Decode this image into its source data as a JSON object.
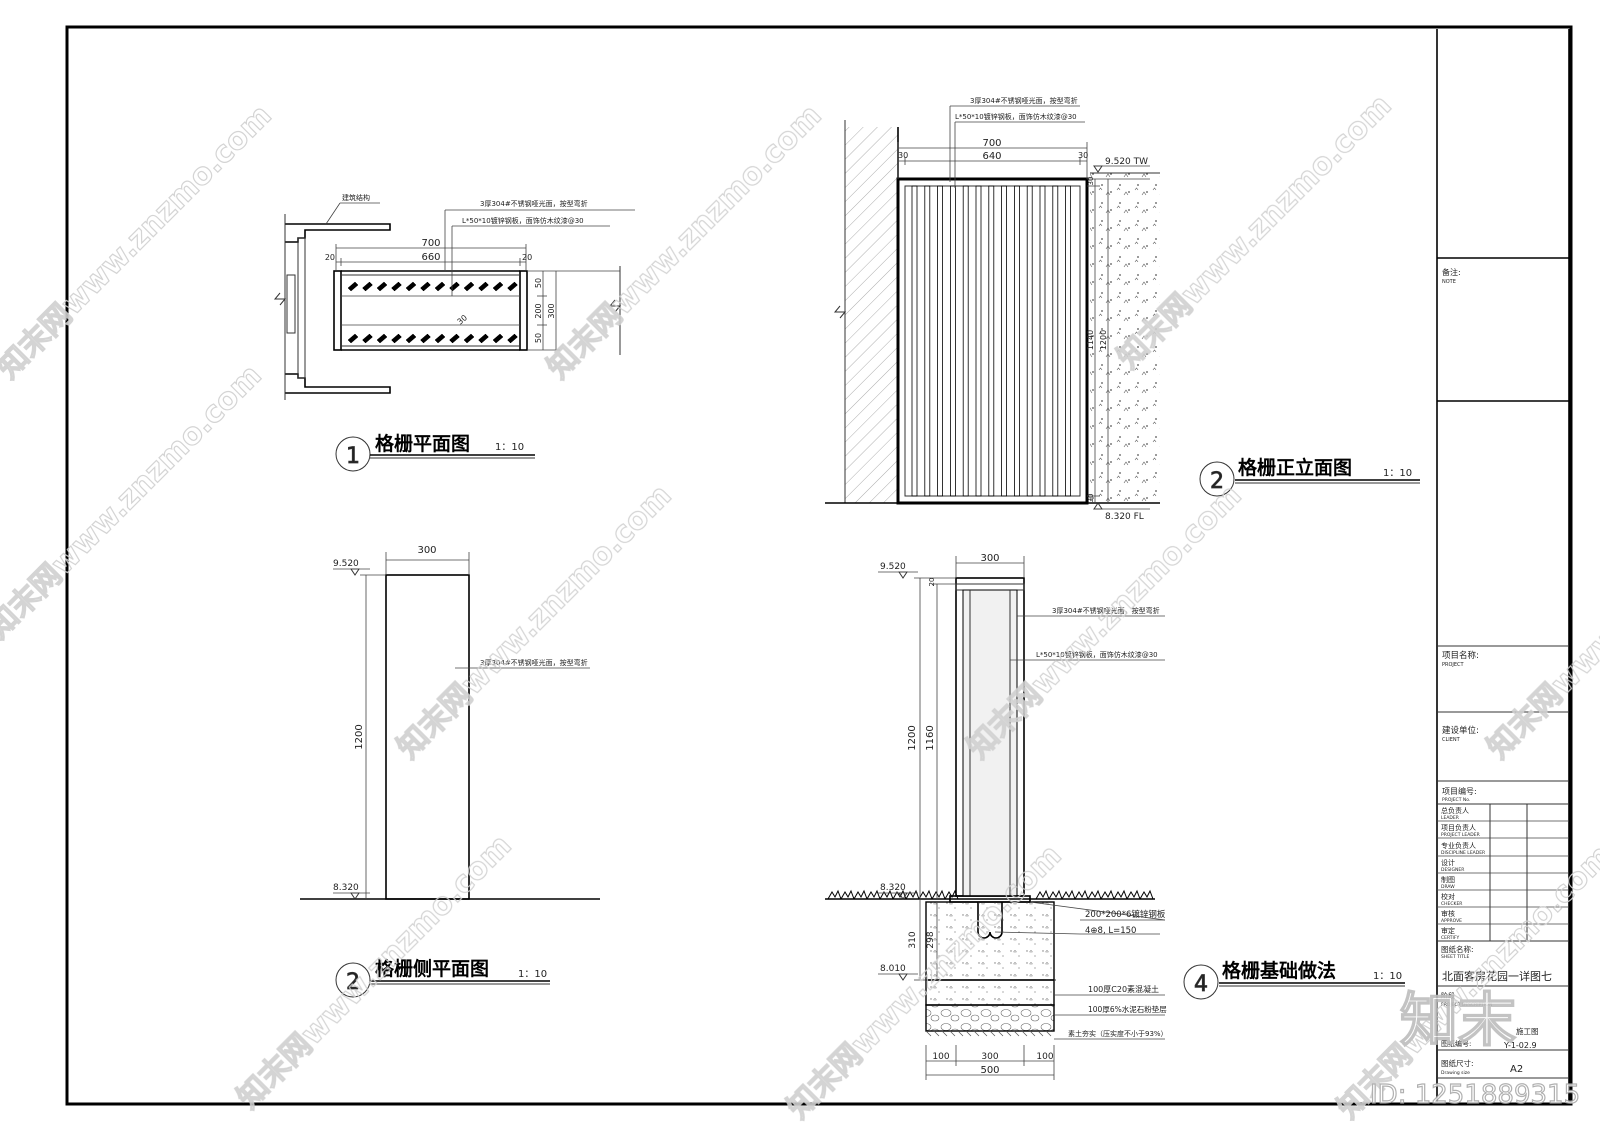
{
  "views": {
    "plan": {
      "title": "格栅平面图",
      "scale": "1：10",
      "number": "1",
      "label_structure": "建筑结构",
      "note_steel": "3厚304#不锈钢哑光面，按型弯折",
      "note_plank": "L*50*10镀锌钢板，面饰仿木纹漆@30",
      "dim_700": "700",
      "dim_660": "660",
      "dim_20a": "20",
      "dim_20b": "20",
      "dim_50a": "50",
      "dim_200": "200",
      "dim_50b": "50",
      "dim_300": "300",
      "dim_30": "30"
    },
    "elevation": {
      "title": "格栅正立面图",
      "scale": "1：10",
      "number": "2",
      "note_steel": "3厚304#不锈钢哑光面，按型弯折",
      "note_plank": "L*50*10镀锌钢板，面饰仿木纹漆@30",
      "dim_700": "700",
      "dim_640": "640",
      "dim_30a": "30",
      "dim_30b": "30",
      "level_top": "9.520 TW",
      "level_bottom": "8.320 FL",
      "dim_1200": "1200",
      "dim_1140": "1140",
      "dim_30c": "30",
      "dim_30d": "30"
    },
    "side": {
      "title": "格栅侧平面图",
      "scale": "1：10",
      "number": "2",
      "dim_300": "300",
      "level_top": "9.520",
      "level_bottom": "8.320",
      "dim_1200": "1200",
      "note_steel": "3厚304#不锈钢哑光面，按型弯折"
    },
    "foundation": {
      "title": "格栅基础做法",
      "scale": "1：10",
      "number": "4",
      "dim_300": "300",
      "level_top": "9.520",
      "level_ground": "8.320",
      "level_base": "8.010",
      "note_steel": "3厚304#不锈钢哑光面，按型弯折",
      "note_plank": "L*50*10镀锌钢板，面饰仿木纹漆@30",
      "note_plate": "200*200*6镀锌钢板",
      "note_bolt": "4⊕8, L=150",
      "note_concrete": "100厚C20素混凝土",
      "note_gravel": "100厚6%水泥石粉垫层",
      "note_soil": "素土夯实（压实度不小于93%）",
      "dim_1200": "1200",
      "dim_1160": "1160",
      "dim_20": "20",
      "dim_310": "310",
      "dim_298": "298",
      "dim_100a": "100",
      "dim_300b": "300",
      "dim_100b": "100",
      "dim_500": "500"
    }
  },
  "title_block": {
    "note_cn": "备注:",
    "note_en": "NOTE",
    "project_cn": "项目名称:",
    "project_en": "PROJECT",
    "client_cn": "建设单位:",
    "client_en": "CLIENT",
    "project_no_cn": "项目编号:",
    "project_no_en": "PROJECT No.",
    "roles": [
      {
        "cn": "总负责人",
        "en": "LEADER"
      },
      {
        "cn": "项目负责人",
        "en": "PROJECT LEADER"
      },
      {
        "cn": "专业负责人",
        "en": "DISCIPLINE LEADER"
      },
      {
        "cn": "设计",
        "en": "DESIGNER"
      },
      {
        "cn": "制图",
        "en": "DRAW"
      },
      {
        "cn": "校对",
        "en": "CHECKER"
      },
      {
        "cn": "审核",
        "en": "APPROVE"
      },
      {
        "cn": "审定",
        "en": "CERTIFY"
      }
    ],
    "sheet_title_cn": "图纸名称:",
    "sheet_title_en": "SHEET TITLE",
    "sheet_title_value": "北面客房花园一详图七",
    "phase_cn": "阶段",
    "phase_en": "PROJECT DESCRIPTION",
    "phase_value": "施工图",
    "drawing_no_cn": "图纸编号:",
    "drawing_no_value": "Y-1-02.9",
    "size_cn": "图纸尺寸:",
    "size_en": "Drawing size",
    "size_value": "A2"
  },
  "watermark": {
    "site": "知末网www.znzmo.com",
    "logo": "知末",
    "id": "ID: 1251889315"
  }
}
